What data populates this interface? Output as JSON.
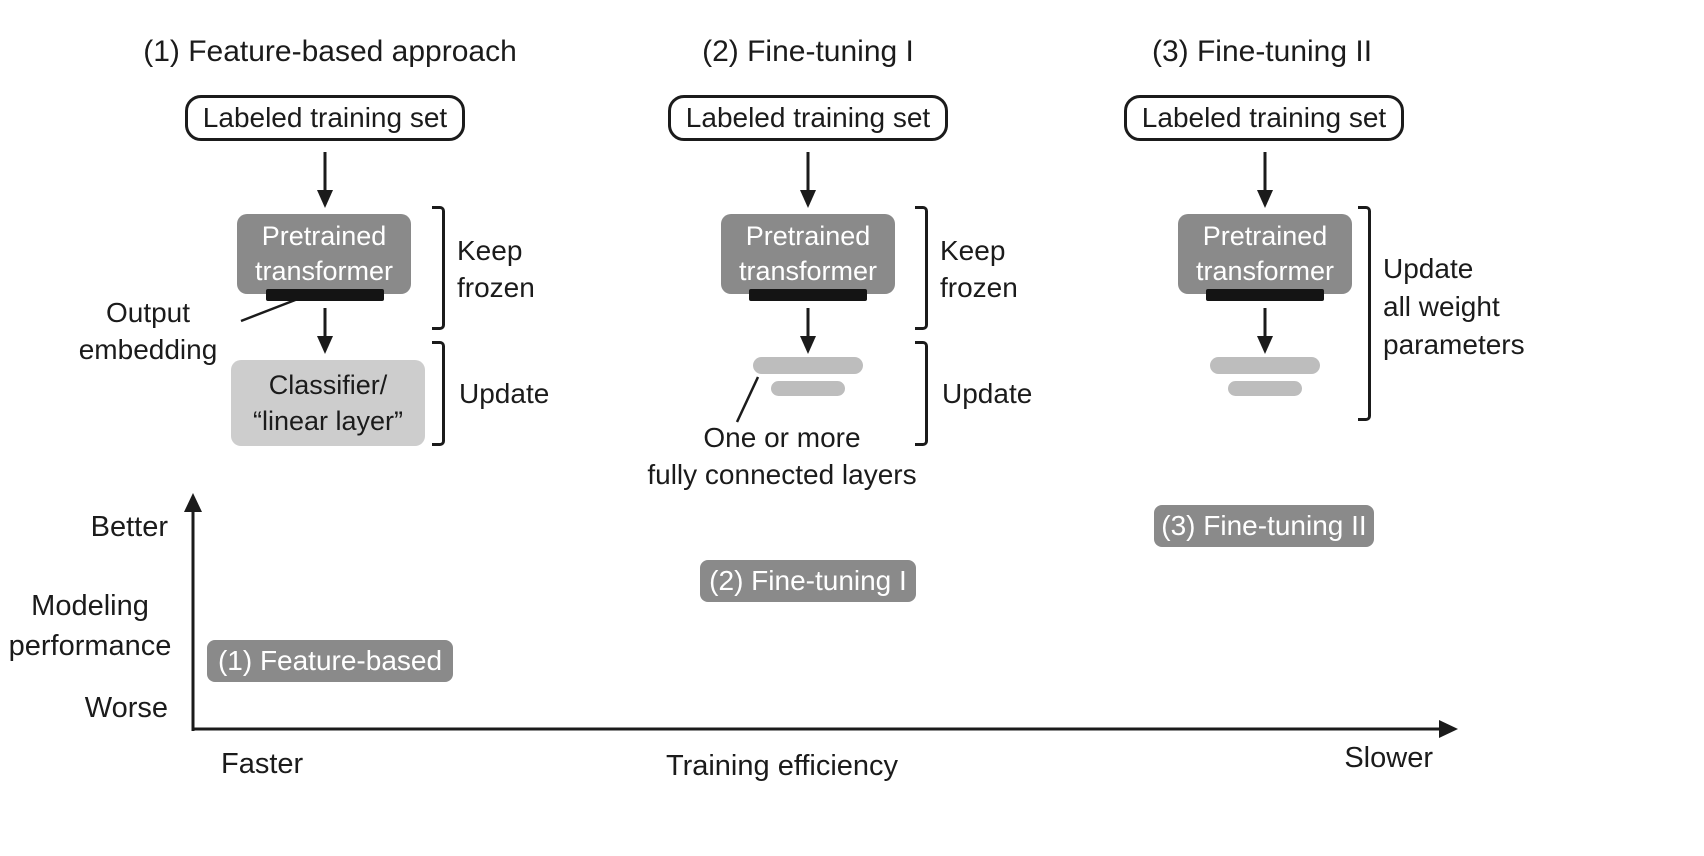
{
  "colors": {
    "dark_gray": "#8a8a8a",
    "light_gray": "#cdcdcd",
    "bar_gray": "#bdbdbd",
    "black_bar": "#141414",
    "ink": "#1b1b1b"
  },
  "columns": [
    {
      "title": "(1) Feature-based approach",
      "labeled_training_set": "Labeled training set",
      "pretrained_transformer": "Pretrained\ntransformer",
      "keep_frozen": "Keep\nfrozen",
      "update": "Update",
      "classifier": "Classifier/\n“linear layer”",
      "output_embedding": "Output\nembedding"
    },
    {
      "title": "(2) Fine-tuning I",
      "labeled_training_set": "Labeled training set",
      "pretrained_transformer": "Pretrained\ntransformer",
      "keep_frozen": "Keep\nfrozen",
      "update": "Update",
      "fc_layers_note": "One or more\nfully connected layers"
    },
    {
      "title": "(3) Fine-tuning II",
      "labeled_training_set": "Labeled training set",
      "pretrained_transformer": "Pretrained\ntransformer",
      "update_all": "Update\nall weight\nparameters"
    }
  ],
  "chart": {
    "y_axis_top_label": "Better",
    "y_axis_label": "Modeling\nperformance",
    "y_axis_bottom_label": "Worse",
    "x_axis_left_label": "Faster",
    "x_axis_label": "Training efficiency",
    "x_axis_right_label": "Slower",
    "points": [
      {
        "label": "(1) Feature-based"
      },
      {
        "label": "(2) Fine-tuning I"
      },
      {
        "label": "(3) Fine-tuning II"
      }
    ]
  }
}
